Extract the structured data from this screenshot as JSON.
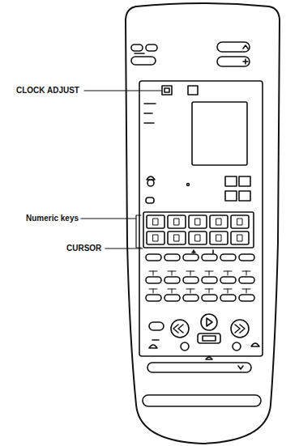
{
  "diagram": {
    "labels": [
      "CLOCK ADJUST",
      "Numeric keys",
      "CURSOR"
    ]
  }
}
